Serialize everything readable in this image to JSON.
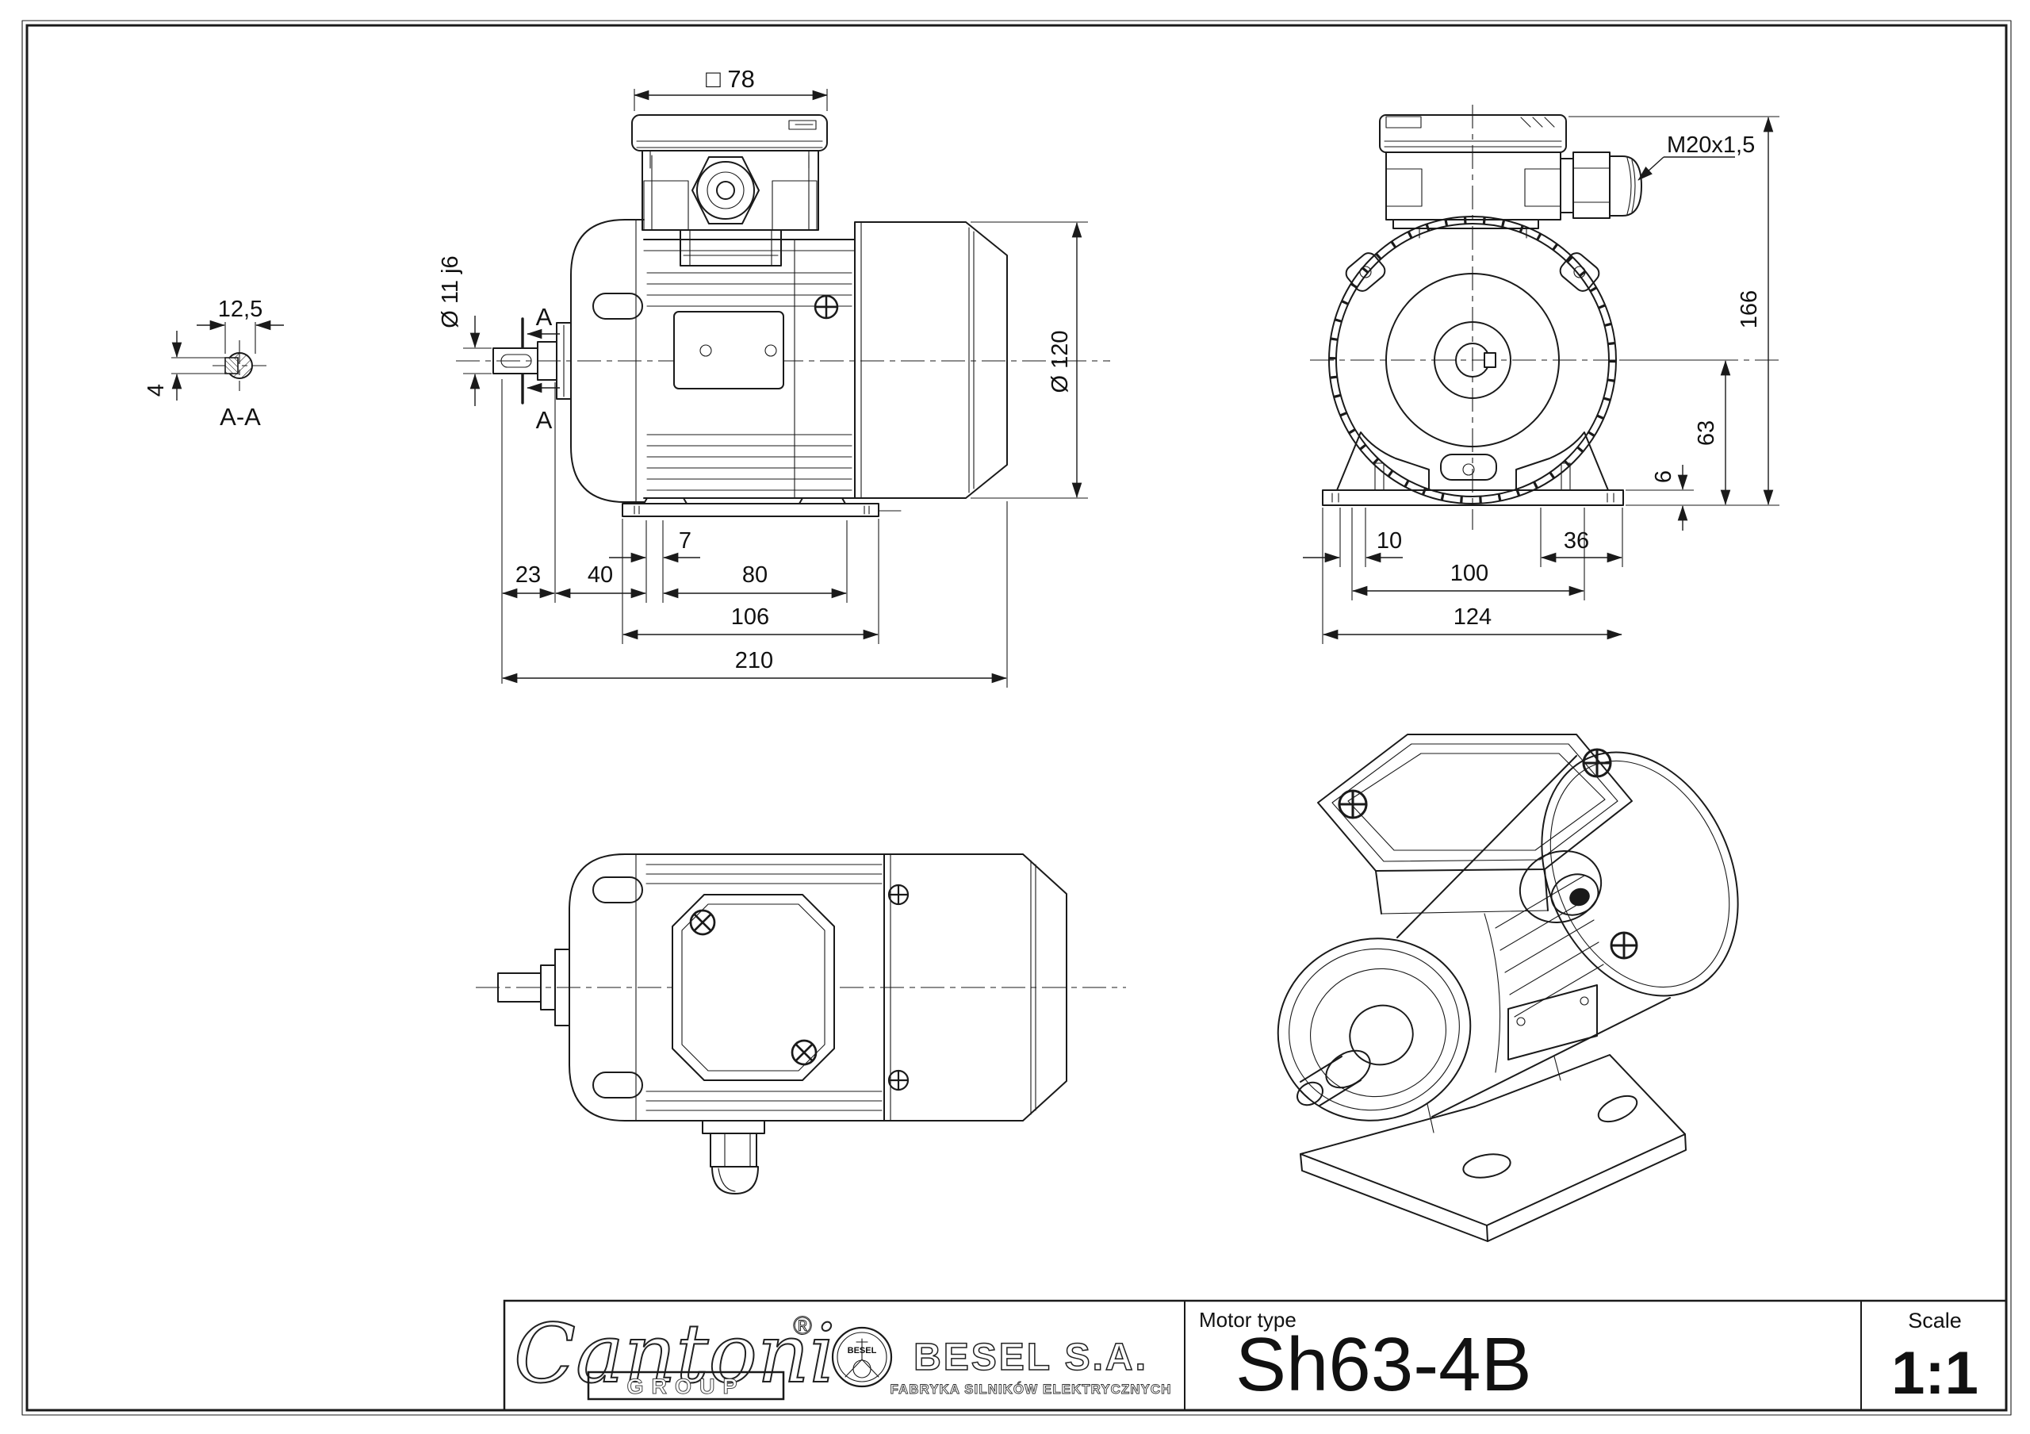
{
  "colors": {
    "line": "#1a1a1a",
    "background": "#ffffff"
  },
  "section_detail": {
    "label": "A-A",
    "width": "12,5",
    "height": "4"
  },
  "side_view": {
    "box_width": "□ 78",
    "shaft_dia": "Ø 11 j6",
    "body_dia": "Ø 120",
    "cut_mark": "A",
    "key_length": "7",
    "shaft_length": "23",
    "front_length": "40",
    "hole_span": "80",
    "foot_length": "106",
    "total_length": "210"
  },
  "front_view": {
    "gland_thread": "M20x1,5",
    "total_height": "166",
    "shaft_height": "63",
    "foot_thickness": "6",
    "hole_offset": "10",
    "edge_offset": "36",
    "hole_span": "100",
    "foot_width": "124"
  },
  "title_block": {
    "brand": "Cantoni",
    "registered": "®",
    "brand_group": "GROUP",
    "roundel_text": "BESEL",
    "company": "BESEL S.A.",
    "company_subtitle": "FABRYKA SILNIKÓW ELEKTRYCZNYCH",
    "motor_type_label": "Motor type",
    "motor_type": "Sh63-4B",
    "scale_label": "Scale",
    "scale_value": "1:1"
  }
}
